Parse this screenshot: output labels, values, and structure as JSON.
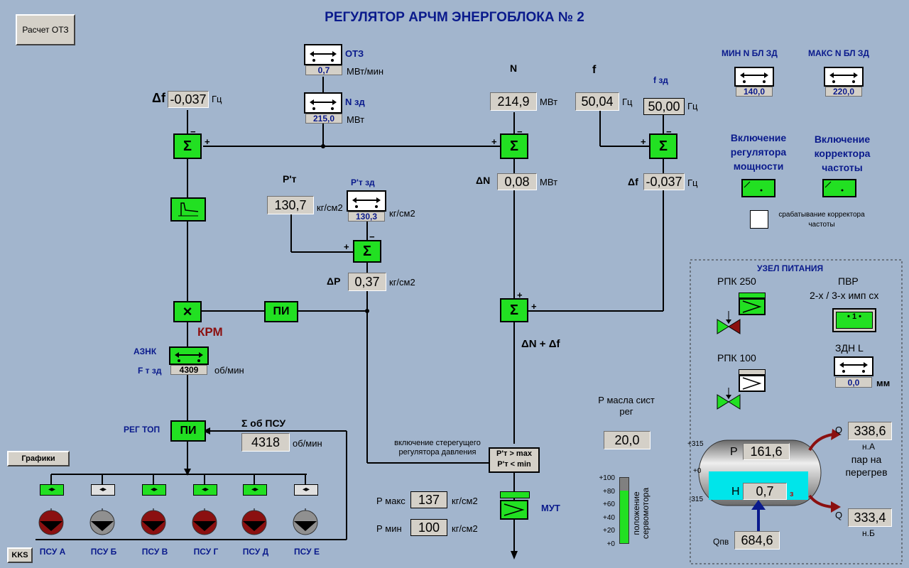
{
  "title": "РЕГУЛЯТОР АРЧМ ЭНЕРГОБЛОКА № 2",
  "buttons": {
    "calc_otz": "Расчет ОТЗ",
    "graphs": "Графики",
    "kks": "KKS"
  },
  "otz": {
    "label": "ОТЗ",
    "value": "0,7",
    "unit": "МВт/мин"
  },
  "n_zd": {
    "label": "N зд",
    "value": "215,0",
    "unit": "МВт"
  },
  "delta_f_left": {
    "label": "Δf",
    "value": "-0,037",
    "unit": "Гц"
  },
  "n": {
    "label": "N",
    "value": "214,9",
    "unit": "МВт"
  },
  "f": {
    "label": "f",
    "value": "50,04",
    "unit": "Гц"
  },
  "f_zd": {
    "label": "f зд",
    "value": "50,00",
    "unit": "Гц"
  },
  "delta_n": {
    "label": "ΔN",
    "value": "0,08",
    "unit": "МВт"
  },
  "delta_f_right": {
    "label": "Δf",
    "value": "-0,037",
    "unit": "Гц"
  },
  "p_t": {
    "label": "P'т",
    "value": "130,7",
    "unit": "кг/см2"
  },
  "p_t_zd": {
    "label": "P'т зд",
    "value": "130,3",
    "unit": "кг/см2"
  },
  "delta_p": {
    "label": "ΔP",
    "value": "0,37",
    "unit": "кг/см2"
  },
  "blocks": {
    "pi": "ПИ",
    "krm": "КРМ",
    "reg_top": "РЕГ ТОП",
    "pi2": "ПИ",
    "mut": "МУТ",
    "dn_df": "ΔN + Δf"
  },
  "aznk": {
    "label": "АЗНК",
    "sublabel": "F т зд",
    "value": "4309",
    "unit": "об/мин"
  },
  "psu_sum": {
    "label": "Σ об ПСУ",
    "value": "4318",
    "unit": "об/мин"
  },
  "pressure_guard": {
    "caption": "включение стерегущего регулятора давления",
    "line1": "P'т > max",
    "line2": "P'т < min"
  },
  "p_max": {
    "label": "Р макс",
    "value": "137",
    "unit": "кг/см2"
  },
  "p_min": {
    "label": "Р мин",
    "value": "100",
    "unit": "кг/см2"
  },
  "oil": {
    "label": "Р масла сист рег",
    "value": "20,0"
  },
  "servo": {
    "label": "положение сервомотора",
    "ticks": [
      "+100",
      "+80",
      "+60",
      "+40",
      "+20",
      "+0"
    ],
    "position_percent": 80
  },
  "limits": {
    "min_label": "МИН N БЛ ЗД",
    "min_value": "140,0",
    "max_label": "МАКС N БЛ ЗД",
    "max_value": "220,0"
  },
  "enable_power": "Включение регулятора мощности",
  "enable_freq": "Включение корректора частоты",
  "freq_trigger": "срабатывание корректора частоты",
  "pumps": [
    {
      "name": "ПСУ А",
      "state": "on"
    },
    {
      "name": "ПСУ Б",
      "state": "off"
    },
    {
      "name": "ПСУ В",
      "state": "on"
    },
    {
      "name": "ПСУ Г",
      "state": "on"
    },
    {
      "name": "ПСУ Д",
      "state": "on"
    },
    {
      "name": "ПСУ Е",
      "state": "off"
    }
  ],
  "feed": {
    "title": "УЗЕЛ ПИТАНИЯ",
    "rpk250": "РПК 250",
    "rpk100": "РПК 100",
    "pvr": "ПВР",
    "pvr_sub": "2-х / 3-х имп сх",
    "zdn": "ЗДН L",
    "zdn_value": "0,0",
    "zdn_unit": "мм",
    "drum_p_label": "P",
    "drum_p": "161,6",
    "drum_h_label": "Н",
    "drum_h": "0,7",
    "drum_h_sub": "з",
    "scale_top": "+315",
    "scale_mid": "+0",
    "scale_bot": "-315",
    "qpv_label": "Qпв",
    "qpv": "684,6",
    "qa_label": "Q",
    "qa": "338,6",
    "qa_sub": "н.А",
    "steam": "пар на перегрев",
    "qb_label": "Q",
    "qb": "333,4",
    "qb_sub": "н.Б"
  },
  "colors": {
    "bg": "#a2b5cd",
    "green": "#22e022",
    "pump_on": "#8b1010",
    "pump_off": "#909090",
    "title": "#0a1a8c"
  }
}
